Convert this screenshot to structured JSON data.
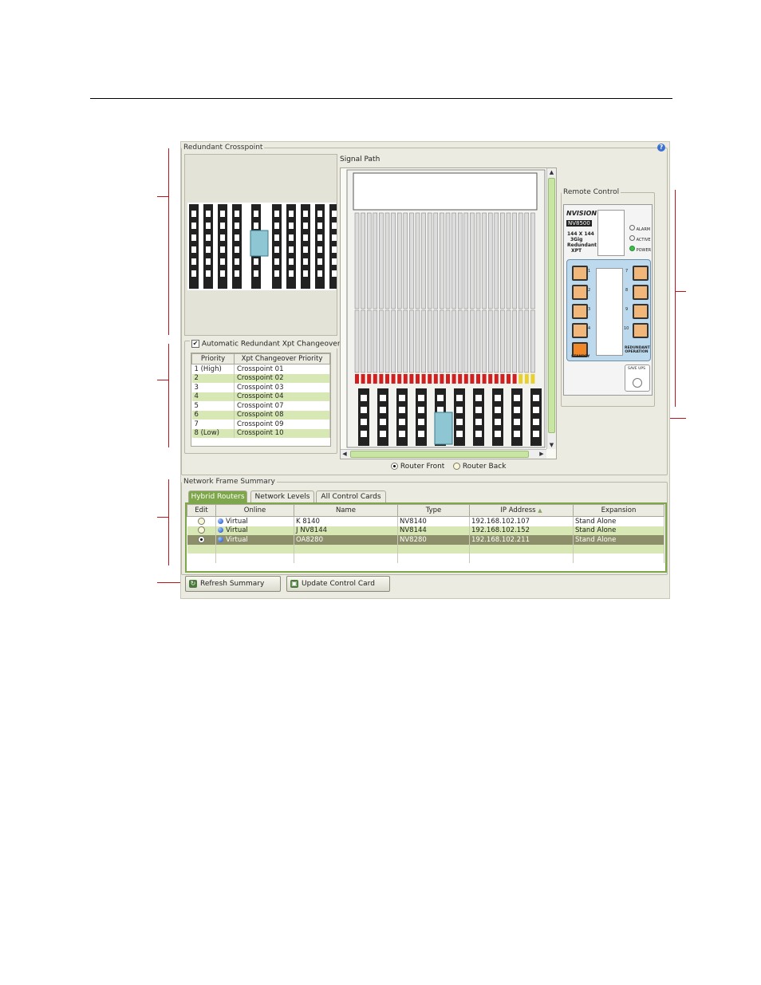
{
  "redundant_crosspoint": {
    "title": "Redundant Crosspoint",
    "auto_changeover_label": "Automatic Redundant Xpt Changeover",
    "auto_changeover_checked": true,
    "priority_table": {
      "headers": [
        "Priority",
        "Xpt Changeover Priority"
      ],
      "rows": [
        [
          "1 (High)",
          "Crosspoint 01"
        ],
        [
          "2",
          "Crosspoint 02"
        ],
        [
          "3",
          "Crosspoint 03"
        ],
        [
          "4",
          "Crosspoint 04"
        ],
        [
          "5",
          "Crosspoint 07"
        ],
        [
          "6",
          "Crosspoint 08"
        ],
        [
          "7",
          "Crosspoint 09"
        ],
        [
          "8 (Low)",
          "Crosspoint 10"
        ]
      ]
    }
  },
  "signal_path": {
    "title": "Signal Path",
    "view_options": [
      "Router Front",
      "Router Back"
    ],
    "selected_view": "Router Front"
  },
  "remote_control": {
    "title": "Remote Control",
    "brand": "NVISION",
    "model": "NV8500",
    "desc_lines": [
      "144 X 144",
      "3Gig",
      "Redundant",
      "XPT"
    ],
    "status_labels": [
      "ALARM",
      "ACTIVE",
      "POWER"
    ],
    "left_buttons": [
      "1",
      "2",
      "3",
      "4"
    ],
    "right_buttons": [
      "7",
      "8",
      "9",
      "10"
    ],
    "standby_label": "STANDBY",
    "redundant_label": "REDUNDANT OPERATION",
    "bottom_label": "SAVE UPS"
  },
  "network_summary": {
    "title": "Network Frame Summary",
    "tabs": [
      "Hybrid Routers",
      "Network Levels",
      "All Control Cards"
    ],
    "active_tab": "Hybrid Routers",
    "columns": [
      "Edit",
      "Online",
      "Name",
      "Type",
      "IP Address",
      "Expansion"
    ],
    "sort_indicator": "▲",
    "rows": [
      {
        "online": "Virtual",
        "name": "K 8140",
        "type": "NV8140",
        "ip": "192.168.102.107",
        "expansion": "Stand Alone",
        "selected": false
      },
      {
        "online": "Virtual",
        "name": "J NV8144",
        "type": "NV8144",
        "ip": "192.168.102.152",
        "expansion": "Stand Alone",
        "selected": false
      },
      {
        "online": "Virtual",
        "name": "OA8280",
        "type": "NV8280",
        "ip": "192.168.102.211",
        "expansion": "Stand Alone",
        "selected": true
      }
    ]
  },
  "buttons": {
    "refresh": "Refresh Summary",
    "update": "Update Control Card"
  },
  "help_icon": "?",
  "colors": {
    "callout": "#c0141c",
    "tab_active": "#7ea64a",
    "row_alt": "#d7e8b4",
    "row_selected": "#8c8f6a",
    "panel_bg": "#ecebe1",
    "remote_highlight": "#bcd9ee",
    "button_orange": "#f1b77a"
  }
}
